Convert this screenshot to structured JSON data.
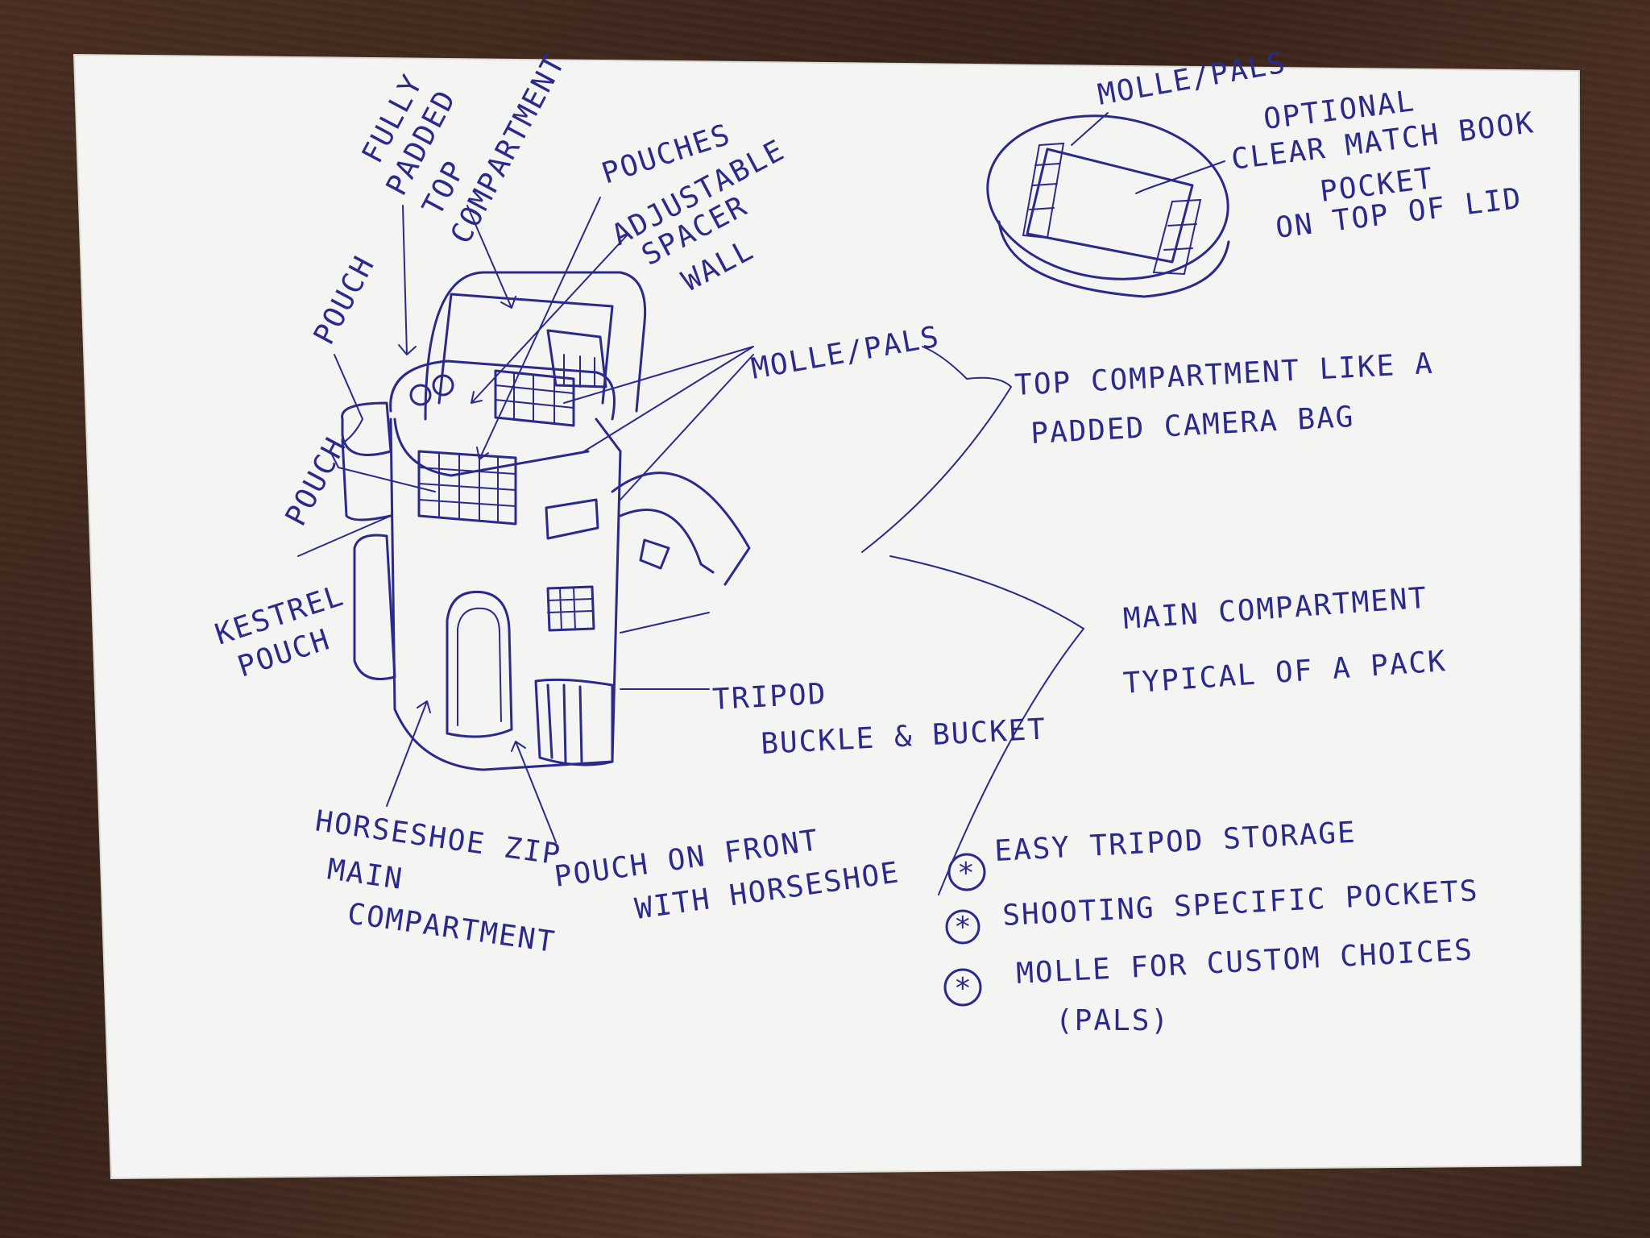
{
  "colors": {
    "paper": "#f4f4f2",
    "ink": "#2b2a8c",
    "desk": "#4a2f22"
  },
  "labels": {
    "fully_padded": [
      "FULLY",
      "PADDED",
      "TOP",
      "COMPARTMENT"
    ],
    "pouches": "POUCHES",
    "adjustable": [
      "ADJUSTABLE",
      "SPACER",
      "WALL"
    ],
    "pouch_top": "POUCH",
    "pouch_mid": "POUCH",
    "kestrel": [
      "KESTREL",
      "POUCH"
    ],
    "molle_main": "MOLLE/PALS",
    "molle_lid": "MOLLE/PALS",
    "optional": [
      "OPTIONAL",
      "CLEAR MATCH BOOK",
      "POCKET",
      "ON TOP OF LID"
    ],
    "top_compartment": [
      "TOP COMPARTMENT LIKE A",
      "PADDED CAMERA BAG"
    ],
    "main_compartment": [
      "MAIN COMPARTMENT",
      "TYPICAL OF A PACK"
    ],
    "tripod": [
      "TRIPOD",
      "BUCKLE & BUCKET"
    ],
    "horseshoe": [
      "HORSESHOE ZIP",
      "MAIN",
      "COMPARTMENT"
    ],
    "pouch_front": [
      "POUCH ON FRONT",
      "WITH HORSESHOE"
    ]
  },
  "features": [
    {
      "bullet": "*",
      "text": "EASY TRIPOD STORAGE"
    },
    {
      "bullet": "*",
      "text": "SHOOTING SPECIFIC POCKETS"
    },
    {
      "bullet": "*",
      "text": "MOLLE FOR CUSTOM CHOICES"
    }
  ],
  "features_note": "(PALS)"
}
